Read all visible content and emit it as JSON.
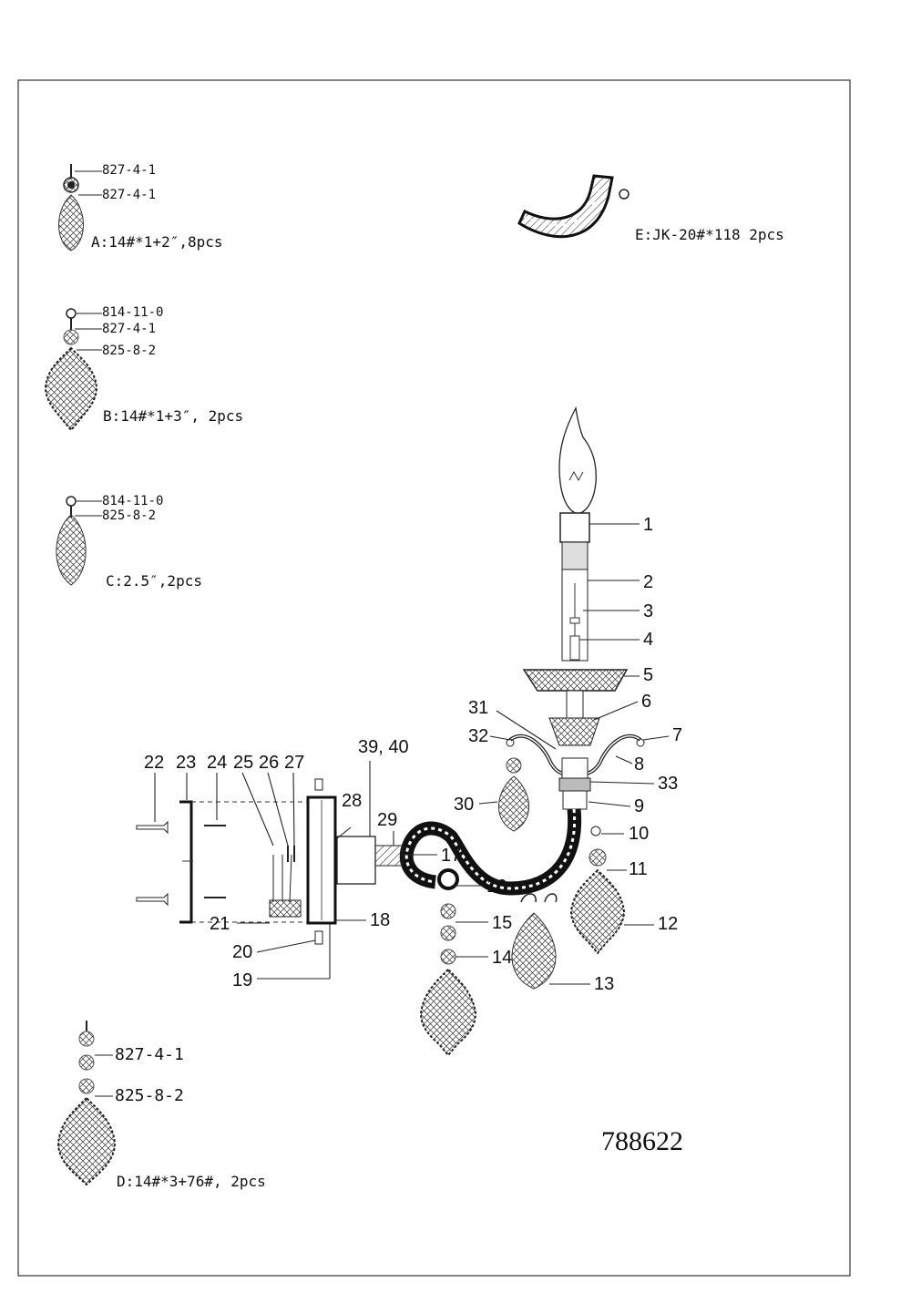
{
  "variants": [
    {
      "key": "A",
      "caption": "A:14#*1+2″,8pcs",
      "labels": [
        "827-4-1",
        "827-4-1"
      ]
    },
    {
      "key": "B",
      "caption": "B:14#*1+3″, 2pcs",
      "labels": [
        "814-11-0",
        "827-4-1",
        "825-8-2"
      ]
    },
    {
      "key": "C",
      "caption": "C:2.5″,2pcs",
      "labels": [
        "814-11-0",
        "825-8-2"
      ]
    },
    {
      "key": "D",
      "caption": "D:14#*3+76#, 2pcs",
      "labels": [
        "827-4-1",
        "825-8-2"
      ]
    },
    {
      "key": "E",
      "caption": "E:JK-20#*118  2pcs",
      "labels": []
    }
  ],
  "parts": [
    "1",
    "2",
    "3",
    "4",
    "5",
    "6",
    "7",
    "8",
    "9",
    "10",
    "11",
    "12",
    "13",
    "14",
    "15",
    "16",
    "17",
    "18",
    "19",
    "20",
    "21",
    "22",
    "23",
    "24",
    "25",
    "26",
    "27",
    "28",
    "29",
    "30",
    "31",
    "32",
    "33",
    "39, 40"
  ],
  "model_number": "788622"
}
